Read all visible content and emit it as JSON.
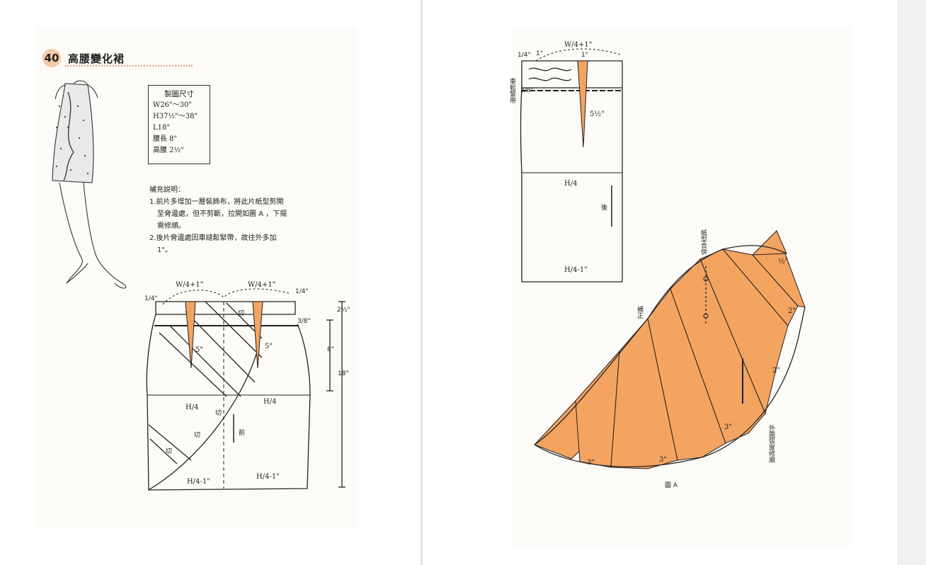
{
  "colors": {
    "pattern_fill": "#f3a461",
    "title_badge": "#f5c9a4",
    "ink": "#222222"
  },
  "left_page": {
    "title_number": "40",
    "title": "高腰變化裙",
    "spec_box": {
      "header": "製圖尺寸",
      "lines": [
        "W26\"～30\"",
        "H37½\"～38\"",
        "L18\"",
        "腰長 8\"",
        "高腰 2½\""
      ]
    },
    "notes": {
      "header": "補充説明：",
      "item1": [
        "1.前片多增加一層裝飾布，將此片紙型剪開",
        "至脅邊處，但不剪斷，拉開如圖 A ，下擺",
        "需修順。"
      ],
      "item2": [
        "2.後片脅邊處因車縫鬆緊帶，故往外多加",
        "1\"。"
      ]
    },
    "draft": {
      "waist_left": "W/4+1\"",
      "waist_right": "W/4+1\"",
      "dart_left": "5\"",
      "dart_right": "5\"",
      "side_mark_left": "1/4\"",
      "side_mark_right": "1/4\"",
      "high_waist": "2½\"",
      "band": "3/8\"",
      "hip_len": "8\"",
      "length": "18\"",
      "hip_left": "H/4",
      "hip_right": "H/4",
      "hem_left": "H/4-1\"",
      "hem_right": "H/4-1\"",
      "cut": "切",
      "front": "前"
    }
  },
  "right_page": {
    "back_draft": {
      "top": "W/4+1\"",
      "mark_left": "1/4\"",
      "one_inch": "1\"",
      "side_vertical": "車鬆緊帶",
      "band": "3/8\"",
      "dart": "5½\"",
      "hip": "H/4",
      "back": "後",
      "hem": "H/4-1\""
    },
    "fan_draft": {
      "merge": "紙型合併",
      "correct": "補正",
      "outer": "外圍弧度修順",
      "d_half": "½\"",
      "d_2a": "2\"",
      "d_2b": "2\"",
      "d_3a": "3\"",
      "d_3b": "3\"",
      "d_3c": "3\"",
      "caption": "圖 A"
    }
  }
}
